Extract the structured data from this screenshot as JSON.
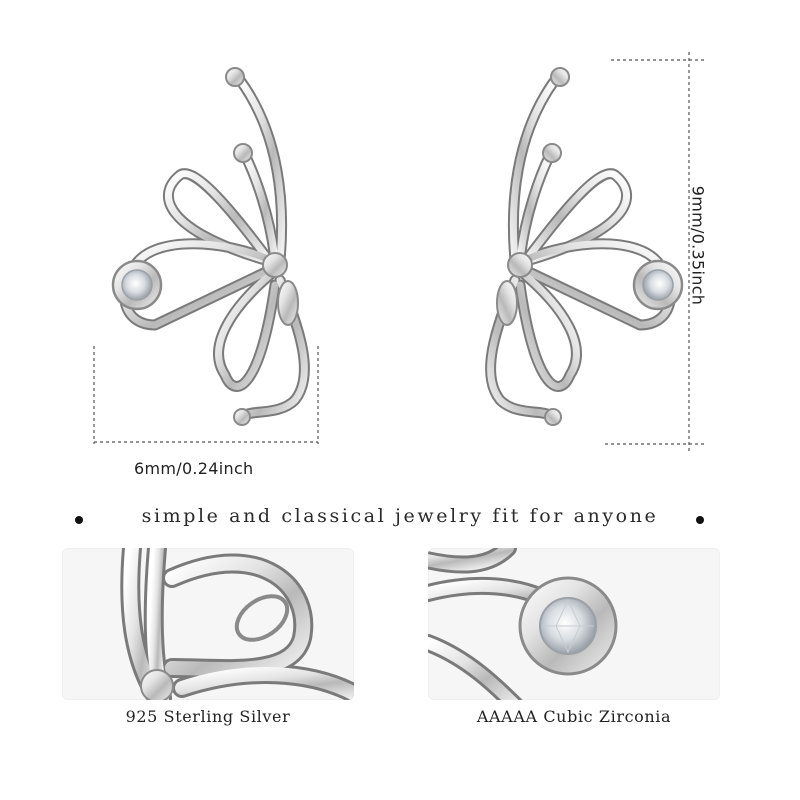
{
  "dimensions": {
    "width_label": "6mm/0.24inch",
    "height_label": "9mm/0.35inch"
  },
  "tagline": "simple and classical jewelry fit for anyone",
  "details": [
    {
      "caption": "925 Sterling Silver"
    },
    {
      "caption": "AAAAA Cubic Zirconia"
    }
  ],
  "colors": {
    "silver_light": "#f4f4f4",
    "silver_mid": "#c9c9c9",
    "silver_dark": "#6e6e6e",
    "dimension_line": "#555555"
  }
}
